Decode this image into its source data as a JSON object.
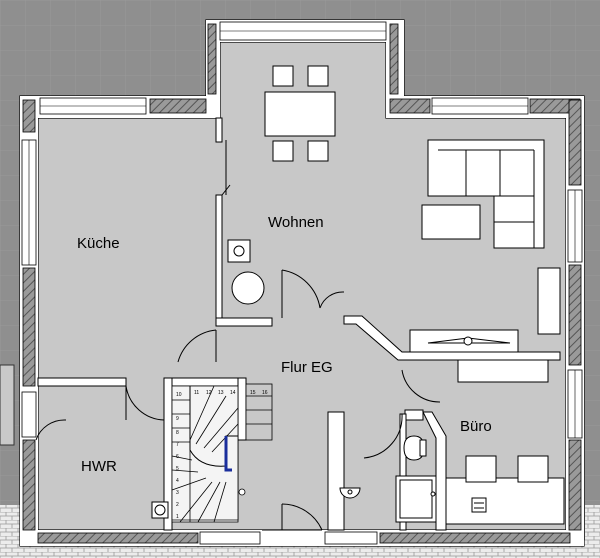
{
  "rooms": {
    "kueche": "Küche",
    "wohnen": "Wohnen",
    "flur": "Flur EG",
    "hwr": "HWR",
    "buero": "Büro"
  },
  "stairs": {
    "steps": [
      "1",
      "2",
      "3",
      "4",
      "5",
      "6",
      "7",
      "8",
      "9",
      "10",
      "11",
      "12",
      "13",
      "14",
      "15",
      "16"
    ]
  },
  "colors": {
    "background": "#8f8f8f",
    "floor": "#c8c8c8",
    "grid": "#a0a0a0",
    "wall_fill": "#ffffff",
    "wall_hatch": "#7a7a7a",
    "line": "#000000",
    "stair_highlight": "#1a2e9c"
  }
}
